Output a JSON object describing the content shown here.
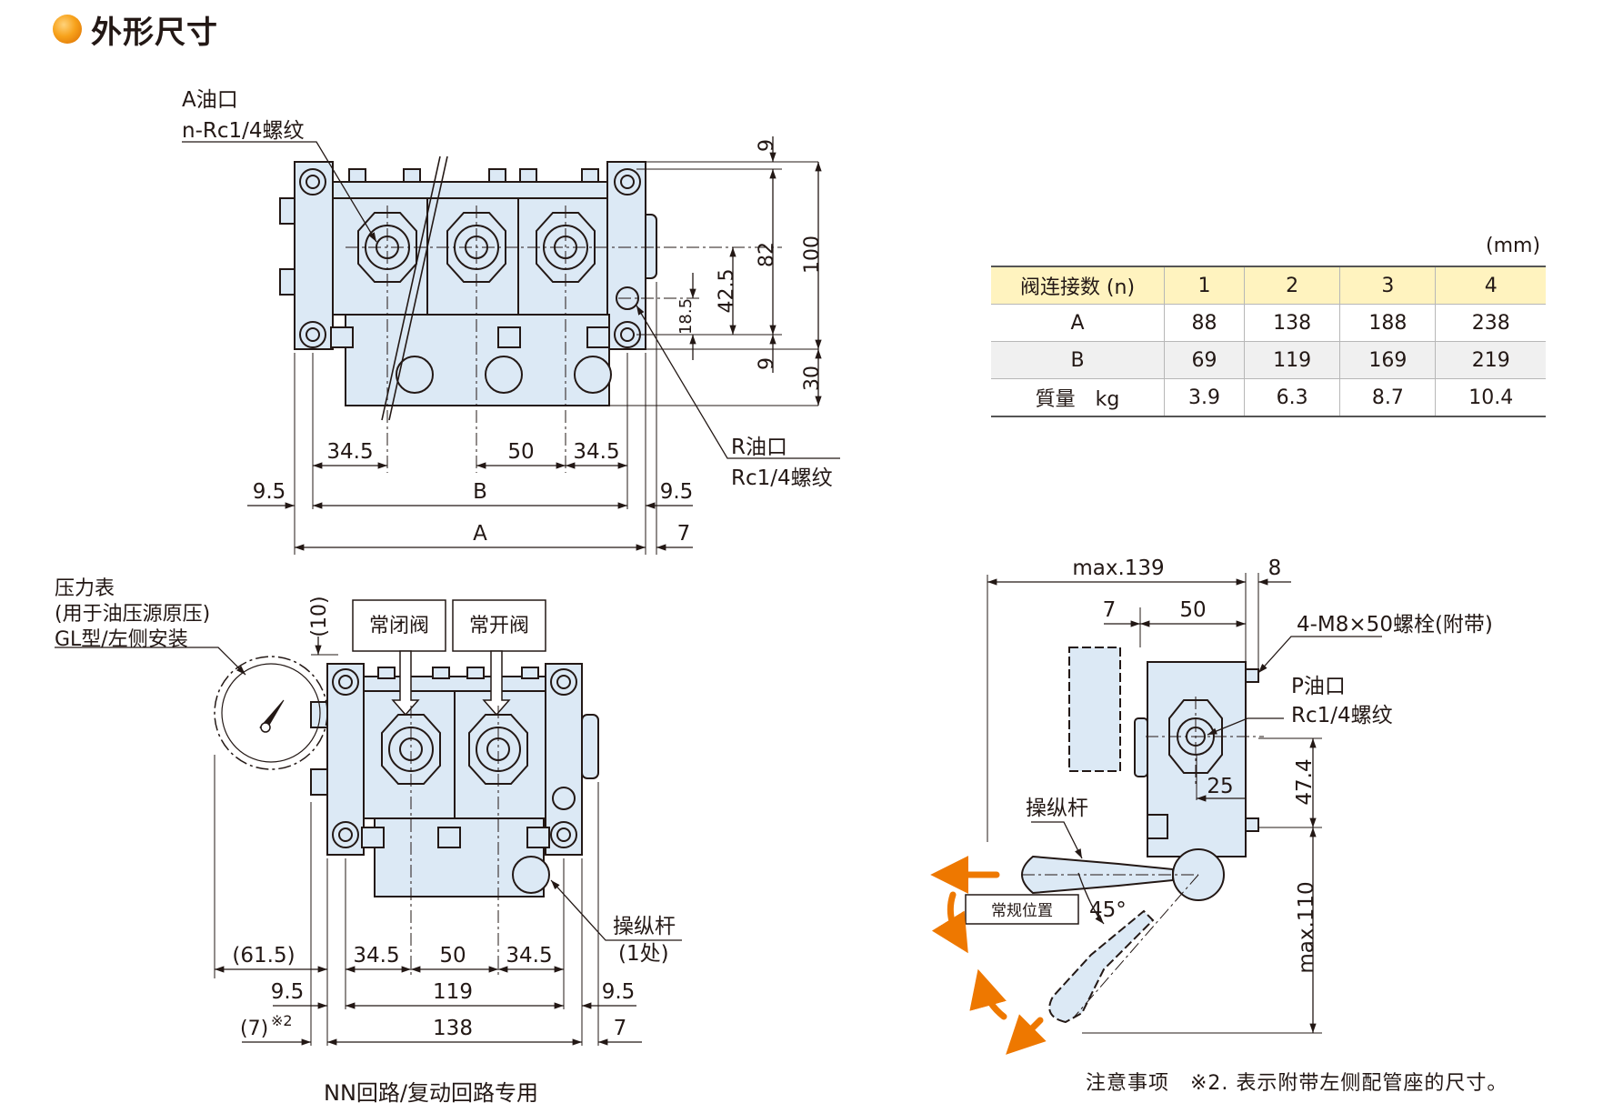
{
  "section": {
    "title": "外形尺寸",
    "bullet_color": "#f39800"
  },
  "unit": "(mm)",
  "table": {
    "header": [
      "阀连接数 (n)",
      "1",
      "2",
      "3",
      "4"
    ],
    "rows": [
      {
        "label": "A",
        "values": [
          "88",
          "138",
          "188",
          "238"
        ]
      },
      {
        "label": "B",
        "values": [
          "69",
          "119",
          "169",
          "219"
        ]
      },
      {
        "label": "質量　kg",
        "values": [
          "3.9",
          "6.3",
          "8.7",
          "10.4"
        ]
      }
    ]
  },
  "top_view": {
    "label_a_port_1": "A油口",
    "label_a_port_2": "n-Rc1/4螺纹",
    "label_r_port_1": "R油口",
    "label_r_port_2": "Rc1/4螺纹",
    "dims": {
      "d9_top": "9",
      "d82": "82",
      "d100": "100",
      "d42_5": "42.5",
      "d18_5": "18.5",
      "d9_bot": "9",
      "d30": "30",
      "d34_5_l": "34.5",
      "d50": "50",
      "d34_5_r": "34.5",
      "d9_5_l": "9.5",
      "dB": "B",
      "d9_5_r": "9.5",
      "dA": "A",
      "d7": "7"
    }
  },
  "bottom_view": {
    "gauge_1": "压力表",
    "gauge_2": "(用于油压源原压)",
    "gauge_3": "GL型/左侧安装",
    "nc_valve": "常闭阀",
    "no_valve": "常开阀",
    "lever_1": "操纵杆",
    "lever_2": "(1处)",
    "dims": {
      "d10": "(10)",
      "d61_5": "(61.5)",
      "d34_5_l": "34.5",
      "d50": "50",
      "d34_5_r": "34.5",
      "d9_5_l": "9.5",
      "d119": "119",
      "d9_5_r": "9.5",
      "d7_paren": "(7)",
      "note_mark": "※2",
      "d138": "138",
      "d7": "7"
    },
    "caption": "NN回路/复动回路专用"
  },
  "side_view": {
    "max139": "max.139",
    "d8": "8",
    "d7": "7",
    "d50": "50",
    "bolt": "4-M8×50螺栓(附带)",
    "p_port_1": "P油口",
    "p_port_2": "Rc1/4螺纹",
    "d47_4": "47.4",
    "d25": "25",
    "lever": "操纵杆",
    "normal_pos": "常规位置",
    "angle": "45°",
    "max110": "max.110"
  },
  "note": "注意事项　※2. 表示附带左侧配管座的尺寸。",
  "colors": {
    "body_fill": "#dce9f5",
    "accent_orange": "#ee7800",
    "line": "#231815"
  }
}
